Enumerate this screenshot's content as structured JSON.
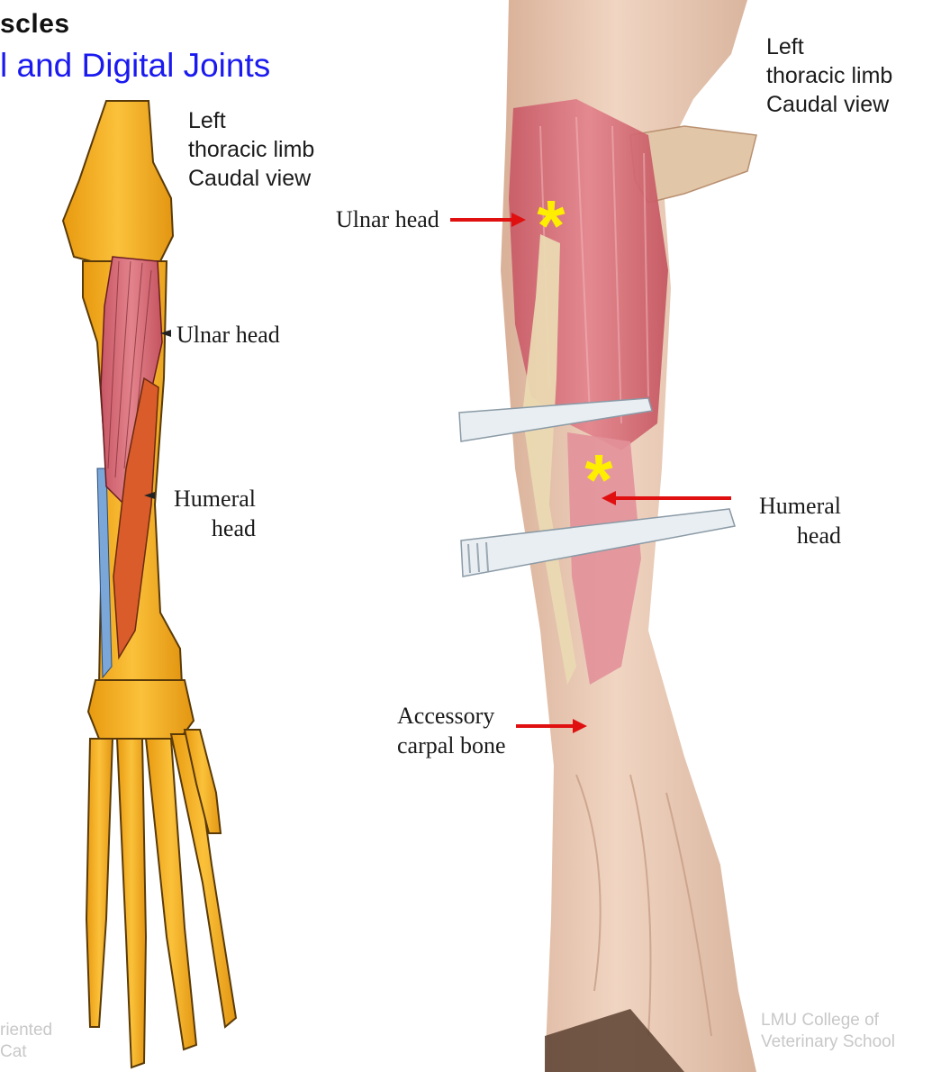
{
  "header": {
    "title_line1": "scles",
    "title_line2": "l and Digital Joints"
  },
  "illustration": {
    "view_label": [
      "Left",
      "thoracic limb",
      "Caudal view"
    ],
    "ulnar_head_label": "Ulnar head",
    "humeral_head_label": [
      "Humeral",
      "head"
    ],
    "credit": [
      "riented",
      "Cat"
    ]
  },
  "photo": {
    "view_label": [
      "Left",
      "thoracic limb",
      "Caudal view"
    ],
    "ulnar_head_label": "Ulnar head",
    "humeral_head_label": [
      "Humeral",
      "head"
    ],
    "accessory_label": [
      "Accessory",
      "carpal bone"
    ],
    "credit": [
      "LMU College of",
      "Veterinary School"
    ]
  },
  "colors": {
    "title_blue": "#1a1af0",
    "arrow_red": "#e01010",
    "star_yellow": "#ffee00",
    "bone": "#f6b120",
    "muscle": "#d8646e",
    "specimen": "#e9c9b4"
  }
}
